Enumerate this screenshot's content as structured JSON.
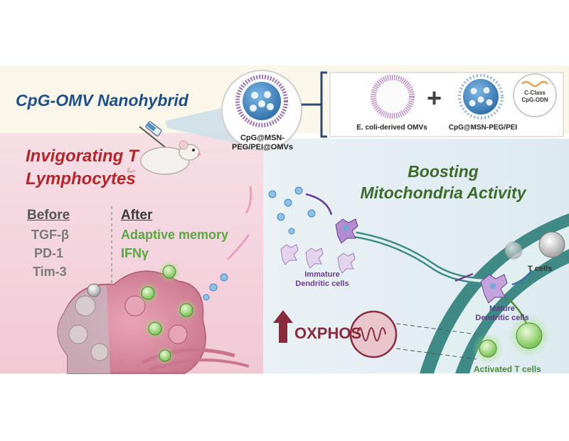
{
  "titles": {
    "main": "CpG-OMV Nanohybrid",
    "left_line1": "Invigorating T",
    "left_line2": "Lymphocytes",
    "right_line1": "Boosting",
    "right_line2": "Mitochondria Activity"
  },
  "nanohybrid": {
    "label_line1": "CpG@MSN-",
    "label_line2": "PEG/PEI@OMVs"
  },
  "components": {
    "omv_label": "E. coli-derived OMVs",
    "plus": "+",
    "msn_label": "CpG@MSN-PEG/PEI",
    "cpg_line1": "C-Class",
    "cpg_line2": "CpG-ODN"
  },
  "before": {
    "heading": "Before",
    "items": [
      "TGF-β",
      "PD-1",
      "Tim-3"
    ]
  },
  "after": {
    "heading": "After",
    "items": [
      "Adaptive memory",
      "IFNγ"
    ]
  },
  "cells": {
    "immature_line1": "Immature",
    "immature_line2": "Dendritic cells",
    "mature_line1": "Mature",
    "mature_line2": "Dendritic cells",
    "t_cells": "T cells",
    "activated": "Activated T cells"
  },
  "oxphos": "OXPHOS",
  "colors": {
    "title_blue": "#1e4f8c",
    "title_red": "#b3262b",
    "title_green": "#3c6b2c",
    "vessel_teal": "#3f8a86",
    "dc_purple": "#7a4ea8",
    "tcell_green": "#6cbf45",
    "oxphos_arrow": "#8a2a3d"
  }
}
